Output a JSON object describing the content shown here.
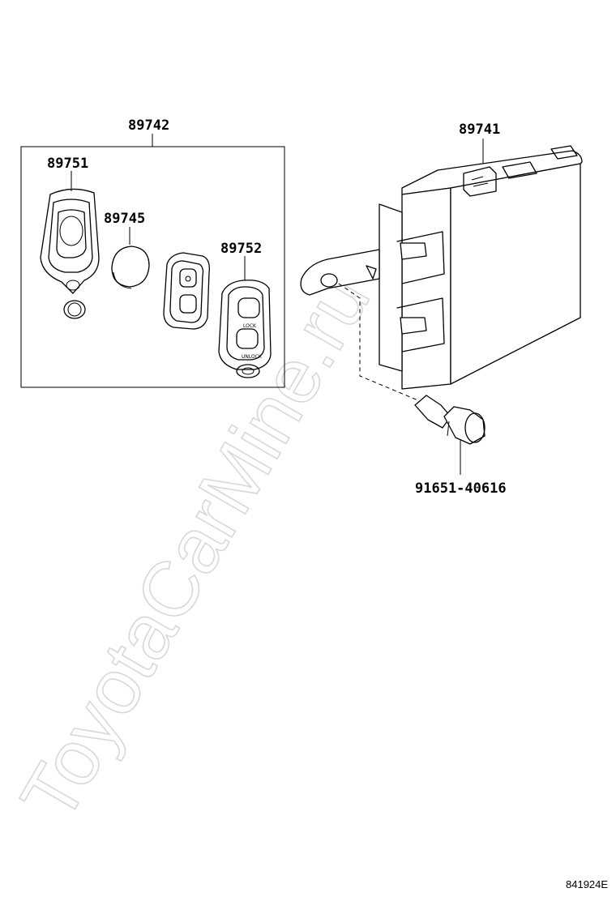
{
  "labels": {
    "kit": "89742",
    "case": "89751",
    "battery": "89745",
    "transmitter": "89752",
    "receiver": "89741",
    "bolt": "91651-40616"
  },
  "button_text": {
    "lock": "LOCK",
    "unlock": "UNLOCK"
  },
  "watermark": "ToyotaCarMine.ru",
  "diagram_code": "841924E"
}
